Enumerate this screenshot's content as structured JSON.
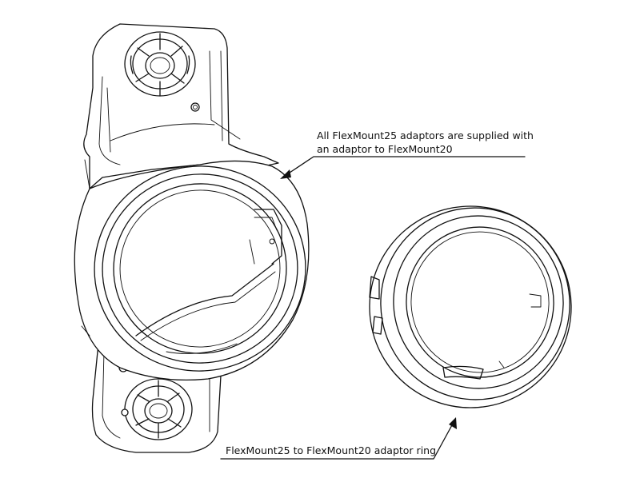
{
  "callouts": {
    "adaptors_supplied": {
      "line1": "All FlexMount25 adaptors are supplied with",
      "line2": "an adaptor to FlexMount20"
    },
    "adaptor_ring": "FlexMount25 to FlexMount20 adaptor ring"
  },
  "colors": {
    "line": "#111111",
    "background": "#ffffff"
  }
}
